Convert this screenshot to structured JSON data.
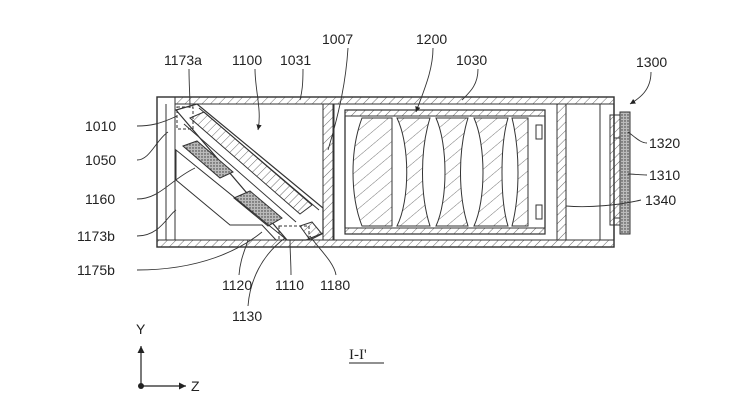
{
  "figure": {
    "section_caption": "I-I'",
    "axes": {
      "y_label": "Y",
      "z_label": "Z"
    },
    "labels": {
      "l1010": "1010",
      "l1050": "1050",
      "l1160": "1160",
      "l1173b": "1173b",
      "l1175b": "1175b",
      "l1173a": "1173a",
      "l1100": "1100",
      "l1031": "1031",
      "l1007": "1007",
      "l1200": "1200",
      "l1030": "1030",
      "l1300": "1300",
      "l1320": "1320",
      "l1310": "1310",
      "l1340": "1340",
      "l1120": "1120",
      "l1110": "1110",
      "l1180": "1180",
      "l1130": "1130"
    }
  }
}
